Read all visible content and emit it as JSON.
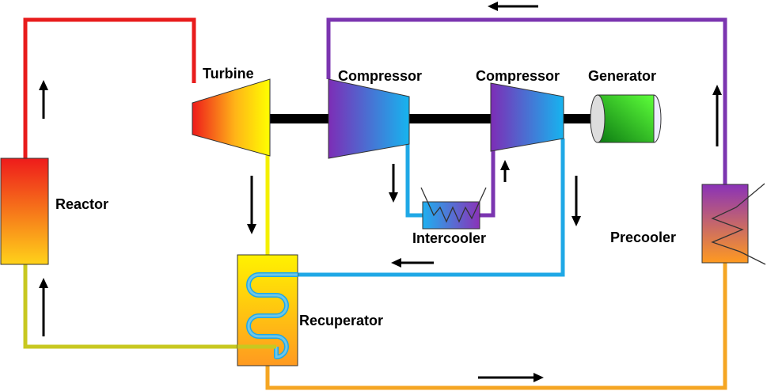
{
  "labels": {
    "turbine": "Turbine",
    "compressor_1": "Compressor",
    "compressor_2": "Compressor",
    "generator": "Generator",
    "reactor": "Reactor",
    "intercooler": "Intercooler",
    "precooler": "Precooler",
    "recuperator": "Recuperator"
  },
  "colors": {
    "hot_loop": "#e81c1c",
    "turbine_exhaust": "#f4f000",
    "compressor_loop": "#7b35b0",
    "cold_return": "#1fa8e6",
    "precooler_outlet": "#f5a623",
    "reactor_return": "#c8c820",
    "shaft": "#000000"
  },
  "arrows": [
    "flow-up",
    "flow-down",
    "flow-left",
    "flow-right"
  ]
}
